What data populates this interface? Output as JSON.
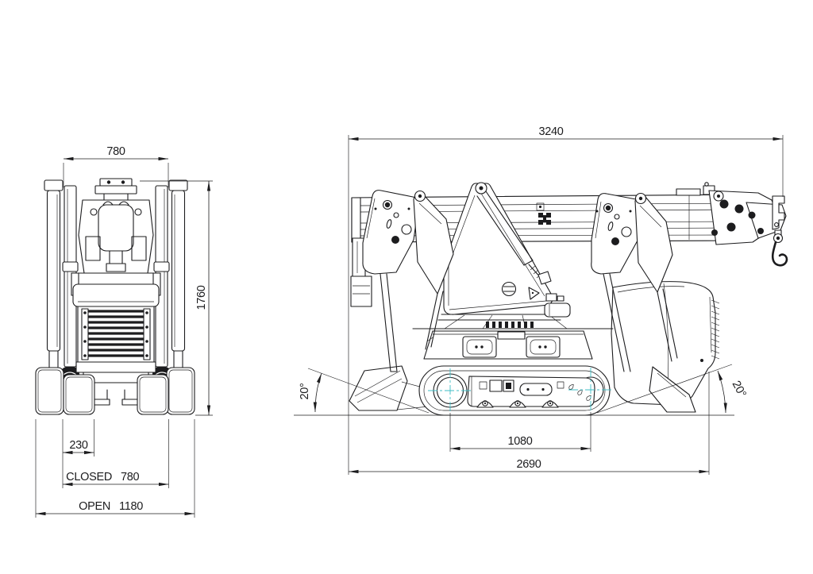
{
  "front_view": {
    "width_top": "780",
    "height": "1760",
    "track_shoe_width": "230",
    "closed_label": "CLOSED",
    "closed_value": "780",
    "open_label": "OPEN",
    "open_value": "1180"
  },
  "side_view": {
    "overall_length": "3240",
    "idler_sprocket_distance": "1080",
    "crawler_length": "2690",
    "approach_angle": "20°",
    "departure_angle": "20°"
  },
  "colors": {
    "line": "#1c1c1e",
    "centerline": "#3fbec6",
    "background": "#ffffff"
  }
}
